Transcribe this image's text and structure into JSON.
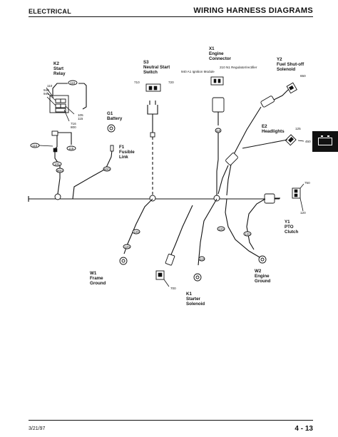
{
  "header": {
    "section": "ELECTRICAL",
    "title": "WIRING HARNESS DIAGRAMS"
  },
  "footer": {
    "date": "3/21/97",
    "page": "4 - 13"
  },
  "side_tab": {
    "icon": "battery-icon"
  },
  "labels": {
    "k2": [
      "K2",
      "Start",
      "Relay"
    ],
    "s3": [
      "S3",
      "Neutral Start",
      "Switch"
    ],
    "x1": [
      "X1",
      "Engine",
      "Connector"
    ],
    "y2": [
      "Y2",
      "Fuel Shut-off",
      "Solenoid"
    ],
    "g1": [
      "G1",
      "Battery"
    ],
    "f1": [
      "F1",
      "Fusible",
      "Link"
    ],
    "e2": [
      "E2",
      "Headlights"
    ],
    "y1": [
      "Y1",
      "PTO",
      "Clutch"
    ],
    "w1": [
      "W1",
      "Frame",
      "Ground"
    ],
    "w2": [
      "W2",
      "Engine",
      "Ground"
    ],
    "k1": [
      "K1",
      "Starter",
      "Solenoid"
    ]
  },
  "wire_numbers": {
    "n110": "110",
    "n940": "940",
    "n941": "941",
    "n105": "105",
    "n115": "115",
    "n716": "716",
    "n800": "800",
    "n710": "710",
    "n720": "720",
    "n940a1": "940 A1 Ignition Module",
    "n210n1": "210 N1 Regulator/rectifier",
    "n650": "650",
    "n125": "125",
    "n450": "450",
    "n750": "750",
    "n120": "120",
    "n700": "700"
  }
}
